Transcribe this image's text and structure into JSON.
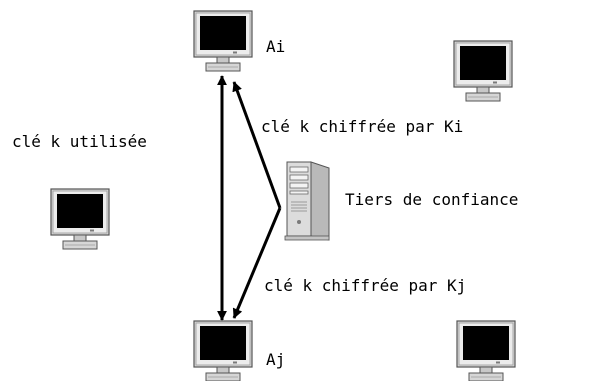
{
  "labels": {
    "node_ai": "Ai",
    "node_aj": "Aj",
    "key_used": "clé k utilisée",
    "key_enc_ki": "clé k chiffrée par Ki",
    "key_enc_kj": "clé k chiffrée par Kj",
    "trusted_third_party": "Tiers de confiance"
  },
  "icons": {
    "computer": "monitor-icon",
    "server": "server-icon"
  },
  "colors": {
    "screen": "#000000",
    "bezel": "#d3d3d3",
    "outline": "#5a5a5a",
    "arrow": "#000000"
  }
}
